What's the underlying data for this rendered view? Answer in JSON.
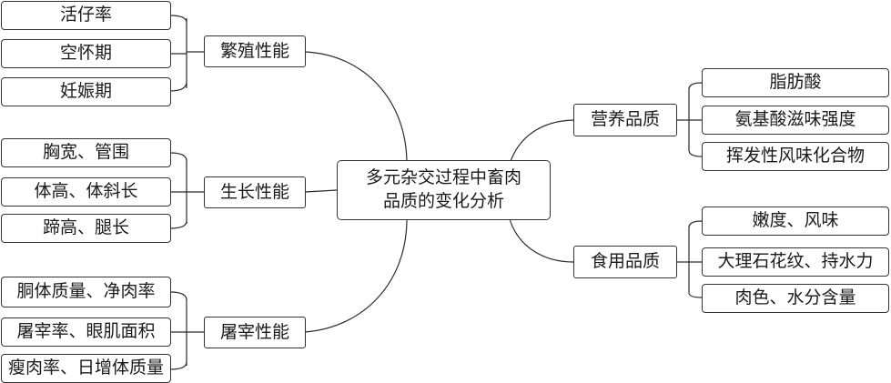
{
  "center": {
    "line1": "多元杂交过程中畜肉",
    "line2": "品质的变化分析"
  },
  "left": [
    {
      "label": "繁殖性能",
      "children": [
        "活仔率",
        "空怀期",
        "妊娠期"
      ]
    },
    {
      "label": "生长性能",
      "children": [
        "胸宽、管围",
        "体高、体斜长",
        "蹄高、腿长"
      ]
    },
    {
      "label": "屠宰性能",
      "children": [
        "胴体质量、净肉率",
        "屠宰率、眼肌面积",
        "瘦肉率、日增体质量"
      ]
    }
  ],
  "right": [
    {
      "label": "营养品质",
      "children": [
        "脂肪酸",
        "氨基酸滋味强度",
        "挥发性风味化合物"
      ]
    },
    {
      "label": "食用品质",
      "children": [
        "嫩度、风味",
        "大理石花纹、持水力",
        "肉色、水分含量"
      ]
    }
  ]
}
